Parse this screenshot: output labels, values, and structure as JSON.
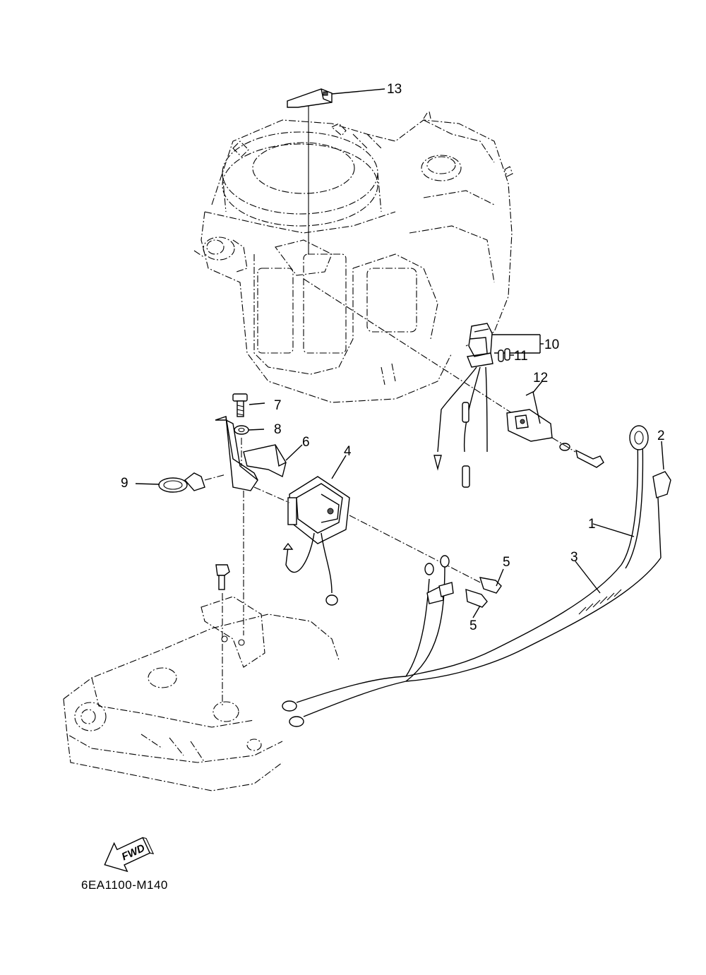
{
  "callouts": {
    "c1": "1",
    "c2": "2",
    "c3": "3",
    "c4": "4",
    "c5a": "5",
    "c5b": "5",
    "c6": "6",
    "c7": "7",
    "c8": "8",
    "c9": "9",
    "c10": "10",
    "c11": "11",
    "c12": "12",
    "c13": "13"
  },
  "fwd_label": "FWD",
  "drawing_code": "6EA1100-M140",
  "icons": [
    "fwd-arrow-icon"
  ],
  "colors": {
    "line": "#000000",
    "background": "#ffffff"
  }
}
